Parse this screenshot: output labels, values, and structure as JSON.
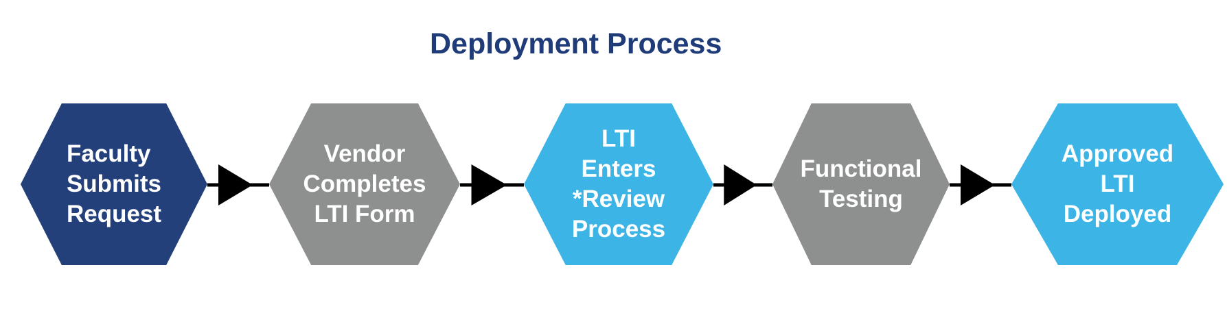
{
  "title": {
    "text": "Deployment Process",
    "color": "#1F3C78"
  },
  "arrow_color": "#000000",
  "step_text_color": "#FFFFFF",
  "palette": {
    "navy": "#24407B",
    "gray": "#8E9090",
    "sky_blue": "#3CB4E5"
  },
  "steps": [
    {
      "name": "faculty-submits-request",
      "fill": "#24407B",
      "text_color": "#FFFFFF",
      "lines": [
        "Faculty",
        "Submits",
        "Request"
      ]
    },
    {
      "name": "vendor-completes-lti-form",
      "fill": "#8E9090",
      "text_color": "#FFFFFF",
      "lines": [
        "Vendor",
        "Completes",
        "LTI Form"
      ]
    },
    {
      "name": "lti-enters-review-process",
      "fill": "#3CB4E5",
      "text_color": "#FFFFFF",
      "lines": [
        "LTI",
        "Enters",
        "*Review",
        "Process"
      ]
    },
    {
      "name": "functional-testing",
      "fill": "#8E9090",
      "text_color": "#FFFFFF",
      "lines": [
        "Functional",
        "Testing"
      ]
    },
    {
      "name": "approved-lti-deployed",
      "fill": "#3CB4E5",
      "text_color": "#FFFFFF",
      "lines": [
        "Approved",
        "LTI",
        "Deployed"
      ]
    }
  ]
}
